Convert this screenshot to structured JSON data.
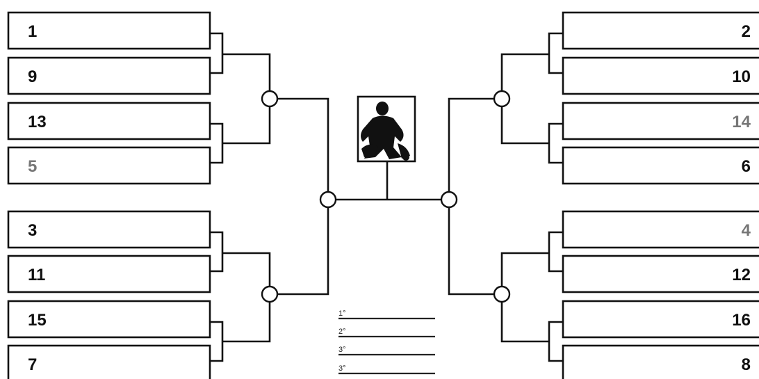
{
  "bracket": {
    "left_seeds": [
      "1",
      "9",
      "13",
      "5",
      "3",
      "11",
      "15",
      "7"
    ],
    "right_seeds": [
      "2",
      "10",
      "14",
      "6",
      "4",
      "12",
      "16",
      "8"
    ],
    "muted_seeds": [
      "5",
      "14",
      "4"
    ],
    "emblem_icon": "wrestler-silhouette-icon",
    "colors": {
      "line": "#111111",
      "text": "#111111",
      "muted_text": "#777777",
      "background": "#ffffff"
    }
  },
  "placings": [
    "1°",
    "2°",
    "3°",
    "3°"
  ]
}
